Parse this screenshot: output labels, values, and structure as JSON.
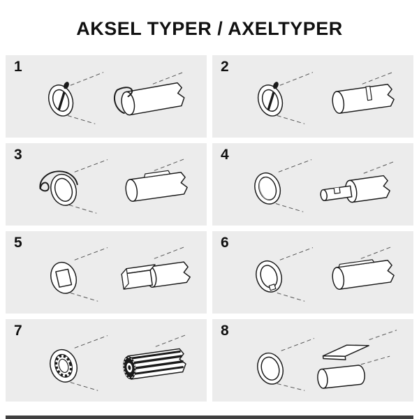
{
  "title": "AKSEL TYPER / AXELTYPER",
  "colors": {
    "ink": "#1a1a1a",
    "cell_background": "#ececec",
    "leader_line": "#555555"
  },
  "cells": [
    {
      "number": "1"
    },
    {
      "number": "2"
    },
    {
      "number": "3"
    },
    {
      "number": "4"
    },
    {
      "number": "5"
    },
    {
      "number": "6"
    },
    {
      "number": "7"
    },
    {
      "number": "8"
    }
  ]
}
